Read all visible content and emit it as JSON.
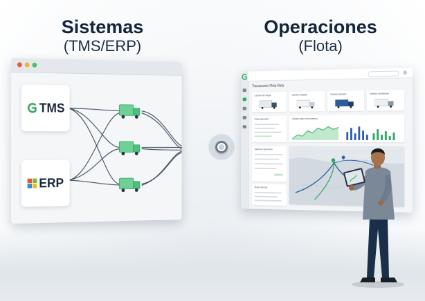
{
  "left_heading": {
    "title": "Sistemas",
    "subtitle": "(TMS/ERP)"
  },
  "right_heading": {
    "title": "Operaciones",
    "subtitle": "(Flota)"
  },
  "systems": [
    {
      "label": "TMS",
      "icon": "tms-logo-icon",
      "color": "#2fa862"
    },
    {
      "label": "ERP",
      "icon": "erp-logo-icon",
      "colors": [
        "#e8572d",
        "#7cb83a",
        "#2d8ed9",
        "#f5b51e"
      ]
    }
  ],
  "dashboard": {
    "title": "Transacción Flota Ruta",
    "vehicle_cards": [
      "Camión de carga",
      "Camión estable",
      "Camión aforado",
      "Camión reutilizado"
    ],
    "panels": {
      "stats": "Flota ejecución",
      "chart": "Crédito datos informativos",
      "routes": "Valorizar ejecución",
      "summary": "Ruta correcta"
    }
  },
  "colors": {
    "accent": "#2fa862",
    "truck": "#5ec98a",
    "link": "#243447"
  }
}
